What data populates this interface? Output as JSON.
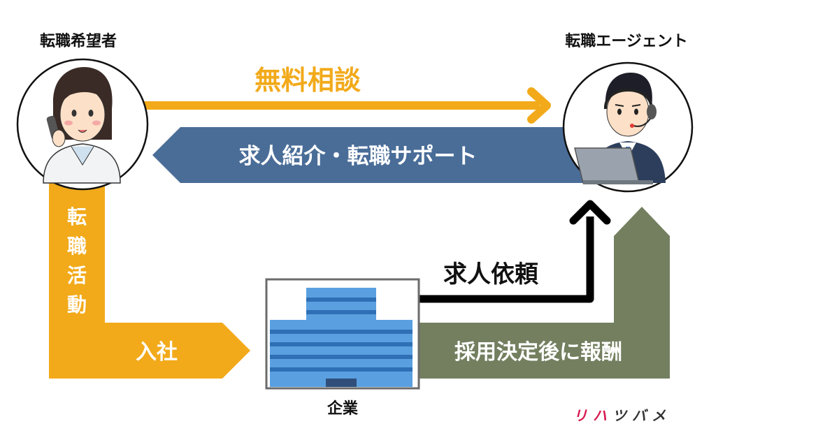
{
  "nodes": {
    "job_seeker": {
      "label": "転職希望者",
      "icon": "woman-on-phone-icon"
    },
    "agent": {
      "label": "転職エージェント",
      "icon": "operator-with-headset-icon"
    },
    "company": {
      "label": "企業",
      "icon": "office-building-icon"
    }
  },
  "flows": {
    "free_consultation": "無料相談",
    "introduction_support": "求人紹介・転職サポート",
    "job_hunting": "転職活動",
    "joining": "入社",
    "job_request": "求人依頼",
    "fee_after_hire": "採用決定後に報酬"
  },
  "logo": {
    "chars": [
      "リ",
      "ハ",
      "ツ",
      "バ",
      "メ"
    ],
    "colors": [
      "#d7194f",
      "#d7194f",
      "#333333",
      "#333333",
      "#333333"
    ]
  },
  "colors": {
    "orange": "#f2aa1a",
    "blue": "#4a6d98",
    "green": "#737f5f",
    "black": "#000000"
  }
}
